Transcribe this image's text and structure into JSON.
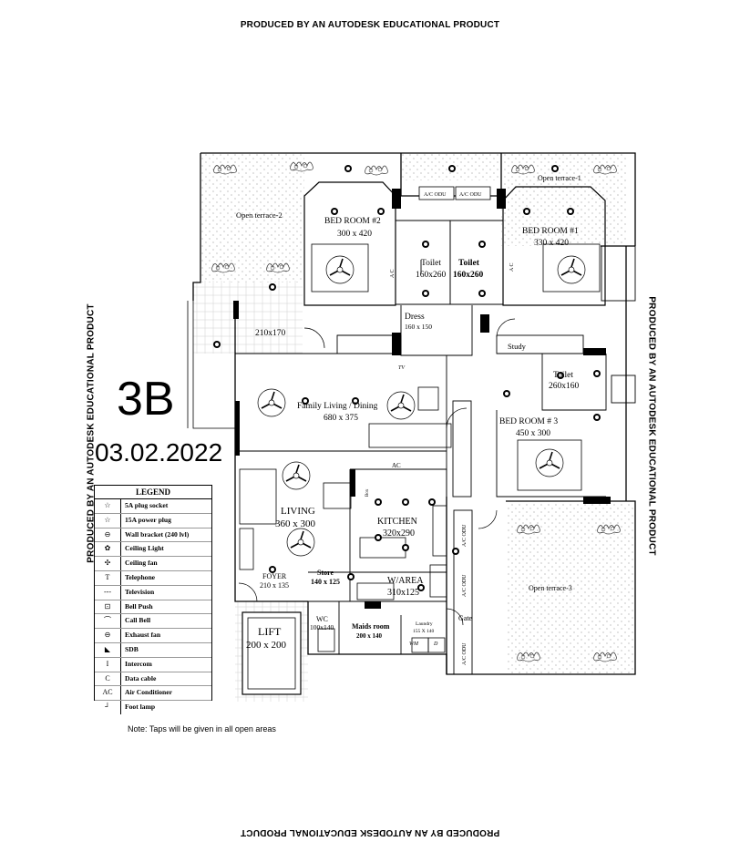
{
  "watermarks": {
    "top": "PRODUCED BY AN AUTODESK EDUCATIONAL PRODUCT",
    "bottom": "PRODUCED BY AN AUTODESK EDUCATIONAL PRODUCT",
    "left": "PRODUCED BY AN AUTODESK EDUCATIONAL PRODUCT",
    "right": "PRODUCED BY AN AUTODESK EDUCATIONAL PRODUCT"
  },
  "plan_code": "3B",
  "plan_date": "03.02.2022",
  "note": "Note:   Taps will be given in all open areas",
  "legend": {
    "title": "LEGEND",
    "items": [
      {
        "symbol": "☆",
        "label": "5A plug socket"
      },
      {
        "symbol": "☆",
        "label": "15A power plug"
      },
      {
        "symbol": "⊖",
        "label": "Wall bracket (240 lvl)"
      },
      {
        "symbol": "✿",
        "label": "Ceiling Light"
      },
      {
        "symbol": "✣",
        "label": "Ceiling fan"
      },
      {
        "symbol": "T",
        "label": "Telephone"
      },
      {
        "symbol": "‐‐‐",
        "label": "Television"
      },
      {
        "symbol": "⊡",
        "label": "Bell Push"
      },
      {
        "symbol": "⌒",
        "label": "Call Bell"
      },
      {
        "symbol": "⊖",
        "label": "Exhaust fan"
      },
      {
        "symbol": "◣",
        "label": "SDB"
      },
      {
        "symbol": "I",
        "label": "Intercom"
      },
      {
        "symbol": "C",
        "label": "Data cable"
      },
      {
        "symbol": "AC",
        "label": "Air Conditioner"
      },
      {
        "symbol": "┘",
        "label": "Foot lamp"
      }
    ]
  },
  "rooms": {
    "open_terrace_2": "Open terrace-2",
    "open_terrace_1": "Open terrace-1",
    "open_terrace_3": "Open terrace-3",
    "bedroom2_name": "BED ROOM #2",
    "bedroom2_size": "300 x 420",
    "bedroom1_name": "BED ROOM #1",
    "bedroom1_size": "330 x 420",
    "bedroom3_name": "BED ROOM # 3",
    "bedroom3_size": "450 x 300",
    "toilet_a_name": "Toilet",
    "toilet_a_size": "160x260",
    "toilet_b_name": "Toilet",
    "toilet_b_size": "160x260",
    "toilet_c_name": "Toilet",
    "toilet_c_size": "260x160",
    "dress_name": "Dress",
    "dress_size": "160 x 150",
    "study": "Study",
    "balcony_size": "210x170",
    "family_name": "Family Living / Dining",
    "family_size": "680 x 375",
    "living_name": "LIVING",
    "living_size": "360 x 300",
    "kitchen_name": "KITCHEN",
    "kitchen_size": "320x290",
    "foyer_name": "FOYER",
    "foyer_size": "210 x 135",
    "store_name": "Store",
    "store_size": "140 x 125",
    "warea_name": "W/AREA",
    "warea_size": "310x125",
    "wc_name": "WC",
    "wc_size": "100x140",
    "maids_name": "Maids room",
    "maids_size": "200 x 140",
    "laundry_name": "Laundry",
    "laundry_size": "155 X 140",
    "lift_name": "LIFT",
    "lift_size": "200 x 200",
    "gate": "Gate",
    "acodu": "A/C ODU",
    "ac": "AC",
    "a_c": "A C",
    "tv": "TV",
    "wm": "WM",
    "d": "D",
    "box": "Box"
  },
  "colors": {
    "line": "#000000",
    "background": "#ffffff"
  }
}
